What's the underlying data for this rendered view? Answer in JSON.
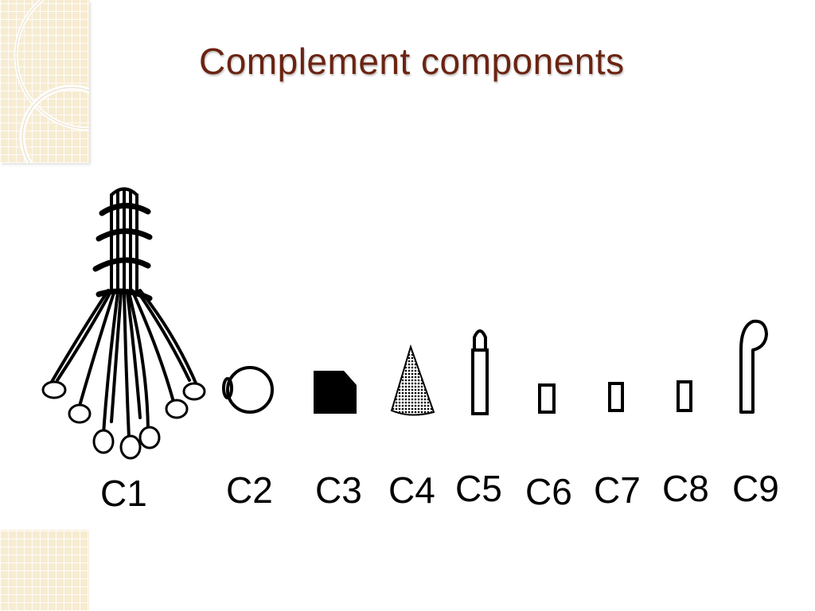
{
  "slide": {
    "title": "Complement components"
  },
  "components": [
    {
      "label": "C1"
    },
    {
      "label": "C2"
    },
    {
      "label": "C3"
    },
    {
      "label": "C4"
    },
    {
      "label": "C5"
    },
    {
      "label": "C6"
    },
    {
      "label": "C7"
    },
    {
      "label": "C8"
    },
    {
      "label": "C9"
    }
  ],
  "theme": {
    "title_color": "#6b2412",
    "decoration_color": "#f7ecd1"
  }
}
